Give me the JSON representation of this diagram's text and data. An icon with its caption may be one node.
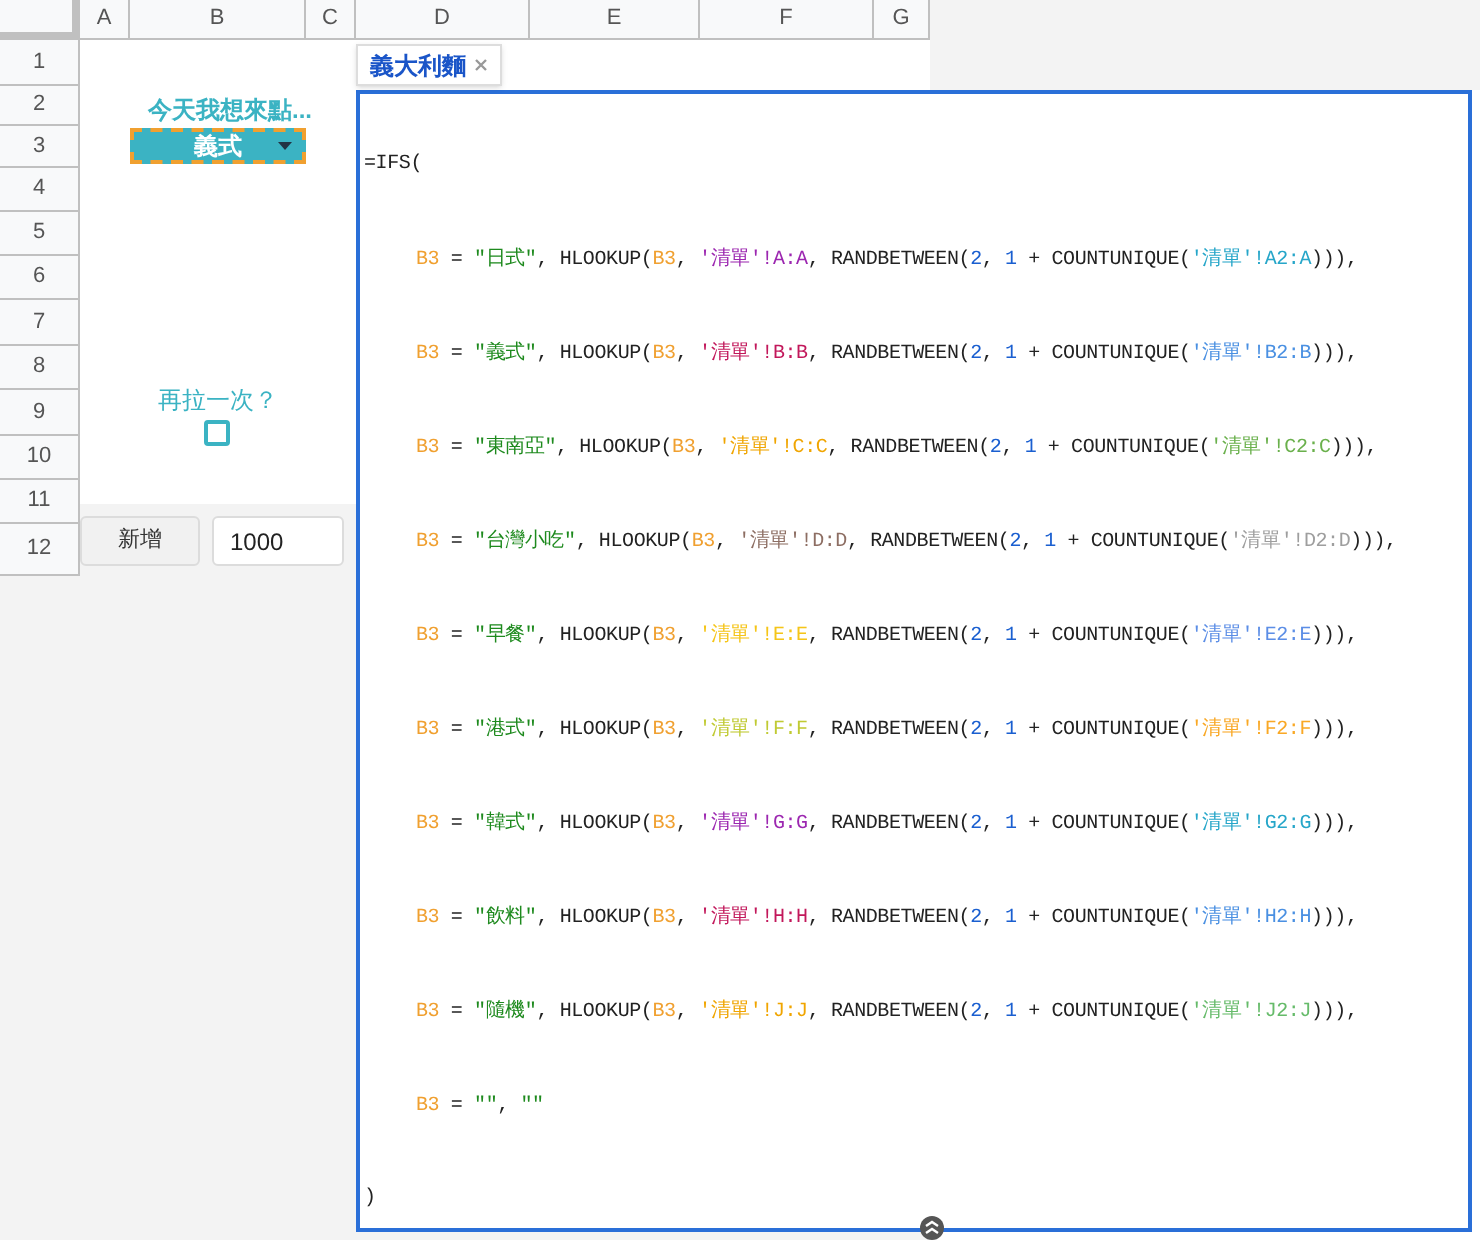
{
  "diagram": {
    "nodes": [
      {
        "text": [
          "義式"
        ]
      },
      {
        "text": [
          "新增"
        ]
      },
      {
        "text": [
          "1000"
        ]
      },
      {
        "text": [
          "義大利麵"
        ]
      },
      {
        "text": [
          "=IFS(",
          "B3 = \"日式\", HLOOKUP(B3, '清單'!A:A, RANDBETWEEN(2, 1 + COUNTUNIQUE('清單'!A2:A))),",
          "B3 = \"義式\", HLOOKUP(B3, '清單'!B:B, RANDBETWEEN(2, 1 + COUNTUNIQUE('清單'!B2:B))),",
          "B3 = \"東南亞\", HLOOKUP(B3, '清單'!C:C, RANDBETWEEN(2, 1 + COUNTUNIQUE('清單'!C2:C))),",
          "B3 = \"台灣小吃\", HLOOKUP(B3, '清單'!D:D, RANDBETWEEN(2, 1 + COUNTUNIQUE('清單'!D2:D))),",
          "B3 = \"早餐\", HLOOKUP(B3, '清單'!E:E, RANDBETWEEN(2, 1 + COUNTUNIQUE('清單'!E2:E))),",
          "B3 = \"港式\", HLOOKUP(B3, '清單'!F:F, RANDBETWEEN(2, 1 + COUNTUNIQUE('清單'!F2:F))),",
          "B3 = \"韓式\", HLOOKUP(B3, '清單'!G:G, RANDBETWEEN(2, 1 + COUNTUNIQUE('清單'!G2:G))),",
          "B3 = \"飲料\", HLOOKUP(B3, '清單'!H:H, RANDBETWEEN(2, 1 + COUNTUNIQUE('清單'!H2:H))),",
          "B3 = \"隨機\", HLOOKUP(B3, '清單'!J:J, RANDBETWEEN(2, 1 + COUNTUNIQUE('清單'!J2:J))),",
          "B3 = \"\", \"\"",
          ")"
        ]
      }
    ],
    "labels": [
      "A",
      "B",
      "C",
      "D",
      "E",
      "F",
      "G",
      "1",
      "2",
      "3",
      "4",
      "5",
      "6",
      "7",
      "8",
      "9",
      "10",
      "11",
      "12",
      "今天我想來點...",
      "再拉一次？"
    ]
  }
}
